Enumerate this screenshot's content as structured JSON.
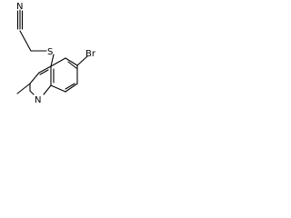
{
  "molecule": {
    "atom_labels": {
      "nitrile_n": "N",
      "sulfur": "S",
      "bromine": "Br",
      "ring_n": "N"
    },
    "bond_color": "#000000"
  }
}
